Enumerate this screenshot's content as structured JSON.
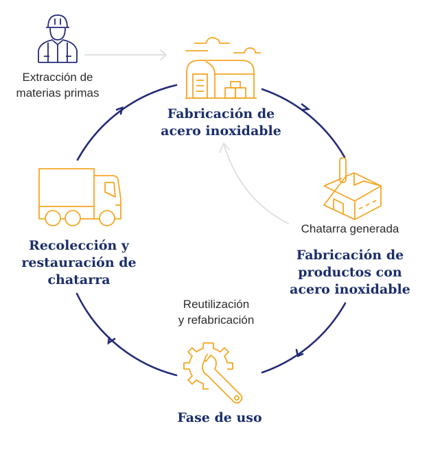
{
  "diagram": {
    "title_nodes": [
      {
        "id": "fabricacion-acero",
        "lines": [
          "Fabricación de",
          "acero inoxidable"
        ],
        "icon": "warehouse-icon"
      },
      {
        "id": "fabricacion-productos",
        "lines": [
          "Fabricación de",
          "productos con",
          "acero inoxidable"
        ],
        "icon": "factory-icon"
      },
      {
        "id": "fase-uso",
        "lines": [
          "Fase de uso"
        ],
        "icon": "gear-wrench-icon"
      },
      {
        "id": "recoleccion",
        "lines": [
          "Recolección y",
          "restauración de",
          "chatarra"
        ],
        "icon": "truck-icon"
      }
    ],
    "annotations": {
      "extraccion": [
        "Extracción de",
        "materias primas"
      ],
      "chatarra_generada": [
        "Chatarra generada"
      ],
      "reutilizacion": [
        "Reutilización",
        "y refabricación"
      ]
    },
    "extraccion_icon": "worker-icon",
    "colors": {
      "cycle": "#232a78",
      "icon": "#f5a623",
      "title": "#1b2e6b",
      "secondary_arrow": "#e3e3e3",
      "text": "#2b2b2b"
    }
  }
}
